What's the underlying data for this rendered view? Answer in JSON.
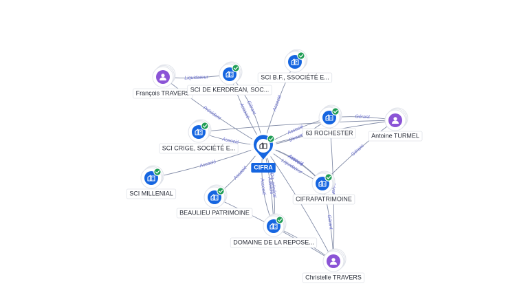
{
  "graph": {
    "center": {
      "id": "cifra",
      "label": "CIFRA",
      "type": "company",
      "verified": true
    },
    "nodes": [
      {
        "id": "francois",
        "label": "François TRAVERS",
        "type": "person",
        "verified": false
      },
      {
        "id": "kerdrean",
        "label": "SCI DE KERDREAN, SOC...",
        "type": "company",
        "verified": true
      },
      {
        "id": "bf",
        "label": "SCI B.F., SSOCIÉTÉ E...",
        "type": "company",
        "verified": true
      },
      {
        "id": "rochester",
        "label": "63 ROCHESTER",
        "type": "company",
        "verified": true
      },
      {
        "id": "antoine",
        "label": "Antoine TURMEL",
        "type": "person",
        "verified": false
      },
      {
        "id": "crige",
        "label": "SCI CRIGE, SOCIÉTÉ E...",
        "type": "company",
        "verified": true
      },
      {
        "id": "millenial",
        "label": "SCI MILLENIAL",
        "type": "company",
        "verified": true
      },
      {
        "id": "cifrapat",
        "label": "CIFRAPATRIMOINE",
        "type": "company",
        "verified": true
      },
      {
        "id": "beaulieu",
        "label": "BEAULIEU PATRIMOINE",
        "type": "company",
        "verified": true
      },
      {
        "id": "domaine",
        "label": "DOMAINE DE LA REPOSE...",
        "type": "company",
        "verified": true
      },
      {
        "id": "christelle",
        "label": "Christelle TRAVERS",
        "type": "person",
        "verified": false
      }
    ],
    "edges": [
      {
        "from": "francois",
        "to": "kerdrean",
        "label": "Liquidateur"
      },
      {
        "from": "francois",
        "to": "cifra",
        "label": "Président"
      },
      {
        "from": "kerdrean",
        "to": "cifra",
        "label": "Associé"
      },
      {
        "from": "cifra",
        "to": "kerdrean",
        "label": "Gérant"
      },
      {
        "from": "bf",
        "to": "cifra",
        "label": "Associé"
      },
      {
        "from": "crige",
        "to": "cifra",
        "label": "Associé"
      },
      {
        "from": "millenial",
        "to": "cifra",
        "label": "Associé"
      },
      {
        "from": "rochester",
        "to": "cifra",
        "label": "Associé"
      },
      {
        "from": "cifra",
        "to": "rochester",
        "label": "Directeur"
      },
      {
        "from": "cifra",
        "to": "cifrapat",
        "label": "Liquidateur"
      },
      {
        "from": "cifrapat",
        "to": "cifra",
        "label": "Associé"
      },
      {
        "from": "cifra",
        "to": "cifrapat",
        "label": "Associé"
      },
      {
        "from": "beaulieu",
        "to": "cifra",
        "label": "Associé"
      },
      {
        "from": "domaine",
        "to": "cifra",
        "label": "Associé"
      },
      {
        "from": "cifra",
        "to": "domaine",
        "label": "Associé"
      },
      {
        "from": "cifra",
        "to": "domaine",
        "label": "Dir. général"
      },
      {
        "from": "antoine",
        "to": "rochester",
        "label": "Gérant"
      },
      {
        "from": "antoine",
        "to": "cifrapat",
        "label": "Gérant"
      },
      {
        "from": "antoine",
        "to": "cifra",
        "label": ""
      },
      {
        "from": "antoine",
        "to": "crige",
        "label": ""
      },
      {
        "from": "christelle",
        "to": "cifrapat",
        "label": "Gérant"
      },
      {
        "from": "christelle",
        "to": "domaine",
        "label": ""
      },
      {
        "from": "christelle",
        "to": "beaulieu",
        "label": ""
      },
      {
        "from": "christelle",
        "to": "rochester",
        "label": "Gérant"
      },
      {
        "from": "christelle",
        "to": "cifra",
        "label": ""
      }
    ]
  },
  "colors": {
    "company": "#1565e0",
    "person": "#8b54d6",
    "verified": "#1f9d55",
    "edge_label": "#6a6fd0"
  }
}
